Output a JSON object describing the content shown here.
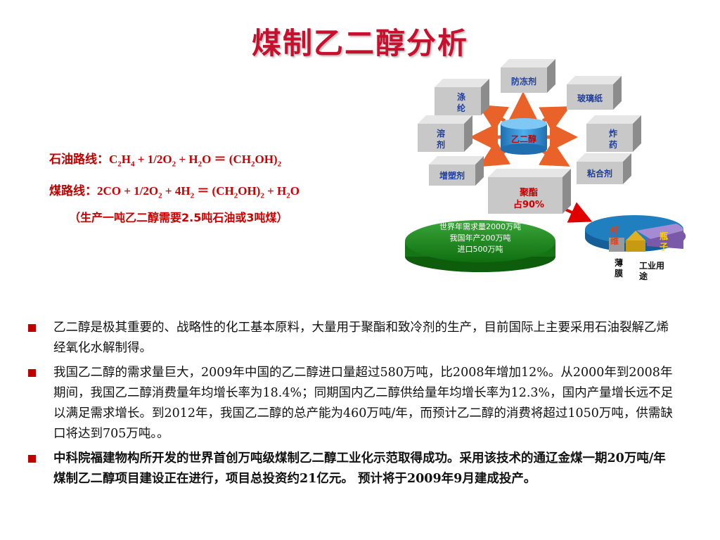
{
  "title": "煤制乙二醇分析",
  "routes": {
    "petroleum": {
      "label": "石油路线：",
      "formula": [
        "C",
        "2",
        "H",
        "4",
        " + 1/2O",
        "2",
        " + H",
        "2",
        "O ＝ (CH",
        "2",
        "OH)",
        "2"
      ]
    },
    "coal": {
      "label": "煤路线：",
      "formula": [
        "2CO + 1/2O",
        "2",
        " + 4H",
        "2",
        " ＝ (CH",
        "2",
        "OH)",
        "2",
        "  + H",
        "2",
        "O"
      ]
    },
    "note": "（生产一吨乙二醇需要2.5吨石油或3吨煤）"
  },
  "diagram": {
    "center": "乙二醇",
    "boxes": {
      "antifreeze": "防冻剂",
      "polyester_fiber_1": "涤",
      "polyester_fiber_2": "纶",
      "cellophane": "玻璃纸",
      "solvent_1": "溶",
      "solvent_2": "剂",
      "explosive_1": "炸",
      "explosive_2": "药",
      "plasticizer": "增塑剂",
      "adhesive": "粘合剂",
      "polyester_1": "聚酯",
      "polyester_2": "占90%"
    },
    "platform": {
      "line1": "世界年需求量2000万吨",
      "line2": "我国年产200万吨",
      "line3": "进口500万吨"
    },
    "pie_labels": {
      "fiber_1": "纤",
      "fiber_2": "维",
      "bottle_1": "瓶",
      "bottle_2": "子",
      "film_1": "薄",
      "film_2": "膜",
      "industrial_1": "工业用",
      "industrial_2": "途"
    },
    "colors": {
      "box_face": "#c8c8c8",
      "box_top": "#e6e6e6",
      "box_side": "#8c8c8c",
      "box_text": "#1f3f9f",
      "arrow": "#e8622a",
      "center_fill": "#2f8fd0",
      "platform": "#1f8f1f",
      "pie_blue": "#1f7fbf",
      "pie_purple": "#8f6fbf",
      "pie_gray": "#9a9a9a",
      "pie_yellow": "#e0b020"
    }
  },
  "bullets": [
    "乙二醇是极其重要的、战略性的化工基本原料，大量用于聚酯和致冷剂的生产，目前国际上主要采用石油裂解乙烯经氧化水解制得。",
    "我国乙二醇的需求量巨大，2009年中国的乙二醇进口量超过580万吨，比2008年增加12%。从2000年到2008年期间，我国乙二醇消费量年均增长率为18.4%；同期国内乙二醇供给量年均增长率为12.3%，国内产量增长远不足以满足需求增长。到2012年，我国乙二醇的总产能为460万吨/年，而预计乙二醇的消费将超过1050万吨，供需缺口将达到705万吨。。",
    "中科院福建物构所开发的世界首创万吨级煤制乙二醇工业化示范取得成功。采用该技术的通辽金煤一期20万吨/年煤制乙二醇项目建设正在进行，项目总投资约21亿元。  预计将于2009年9月建成投产。"
  ]
}
